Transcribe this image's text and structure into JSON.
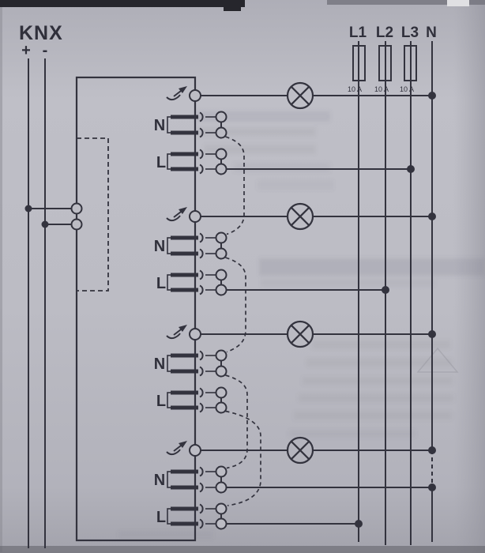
{
  "knx": {
    "label": "KNX",
    "plus_label": "+",
    "minus_label": "-"
  },
  "supply": {
    "phase_labels": [
      "L1",
      "L2",
      "L3"
    ],
    "neutral_label": "N",
    "fuse_labels": [
      "10 A",
      "10 A",
      "10 A"
    ]
  },
  "channels": [
    {
      "neutral_terminal_label": "N",
      "line_terminal_label": "L"
    },
    {
      "neutral_terminal_label": "N",
      "line_terminal_label": "L"
    },
    {
      "neutral_terminal_label": "N",
      "line_terminal_label": "L"
    },
    {
      "neutral_terminal_label": "N",
      "line_terminal_label": "L"
    }
  ],
  "connections": [
    {
      "channel": 1,
      "lamp_to": "N",
      "l_terminal_to": "L3"
    },
    {
      "channel": 2,
      "lamp_to": "N",
      "l_terminal_to": "L2"
    },
    {
      "channel": 3,
      "lamp_to": "N",
      "l_terminal_to": "channel 4 L terminal via dashed jumper"
    },
    {
      "channel": 4,
      "lamp_to": "N",
      "l_terminal_to": "L1",
      "n_terminal_to": "N"
    }
  ],
  "jumpers_dashed": [
    "ch1-N to ch2-N",
    "ch2-N to ch3-N",
    "ch3-N to ch4-N",
    "ch3-L to ch4-L"
  ],
  "colors": {
    "ink": "#33333e",
    "paper": "#bcbcc4",
    "paper_dark": "#a8a8b1"
  }
}
